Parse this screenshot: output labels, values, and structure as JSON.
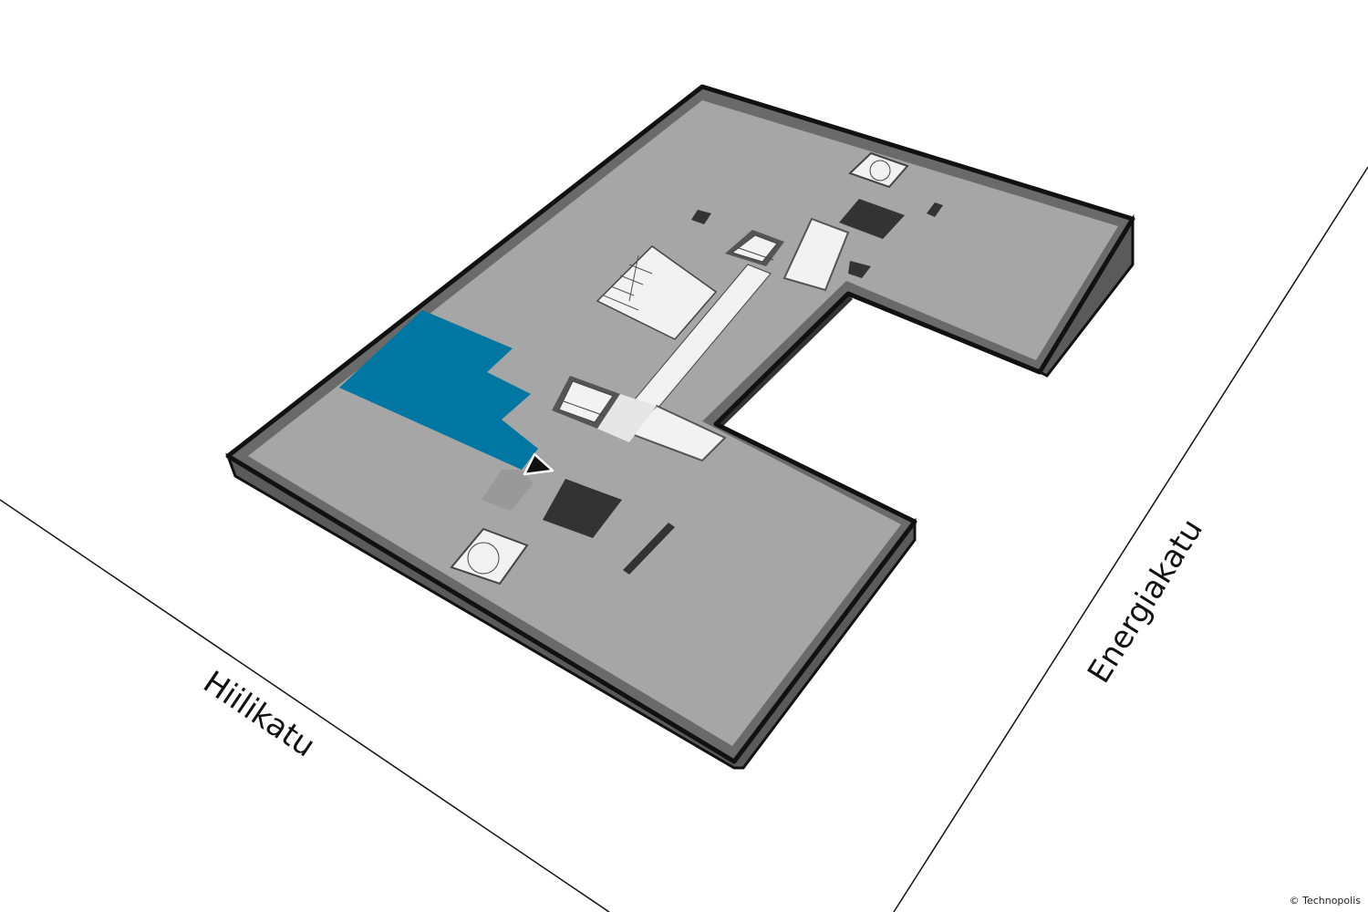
{
  "map": {
    "streets": [
      {
        "name": "Hiilikatu"
      },
      {
        "name": "Energiakatu"
      }
    ],
    "highlighted_area_color": "#0077a2",
    "floor_color": "#a6a6a6",
    "wall_color": "#4a4a4a",
    "you_are_here_marker": "location-arrow-icon"
  },
  "copyright": "© Technopolis"
}
